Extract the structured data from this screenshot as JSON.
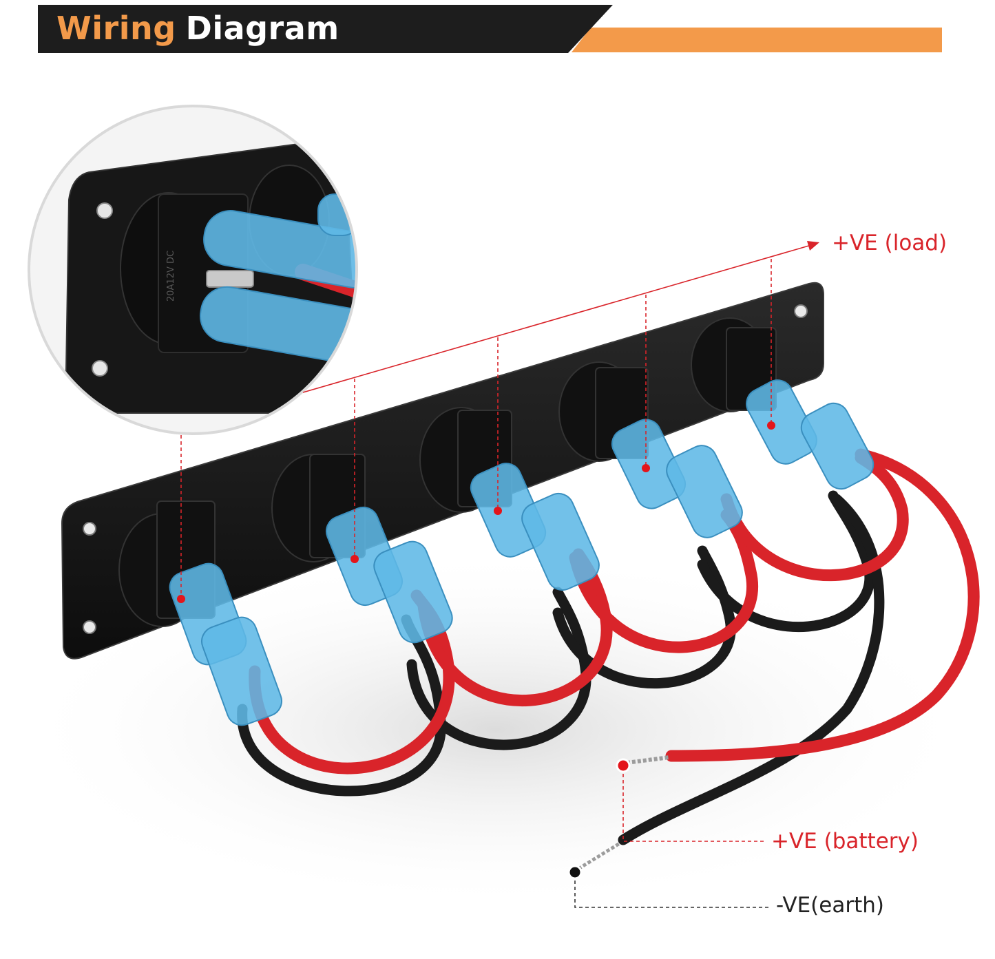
{
  "title": {
    "accent_word": "Wiring",
    "main_word": "Diagram"
  },
  "labels": {
    "positive_load": "+VE (load)",
    "positive_battery": "+VE (battery)",
    "negative_earth": "-VE(earth)"
  },
  "switch_marking": "20A12V DC",
  "colors": {
    "accent": "#f39a4a",
    "banner": "#1d1d1d",
    "positive_wire": "#d9242a",
    "negative_wire": "#1b1b1b",
    "connector": "#5fb8e6",
    "panel": "#151515",
    "callout_positive": "#d9242a",
    "callout_negative": "#222222"
  }
}
